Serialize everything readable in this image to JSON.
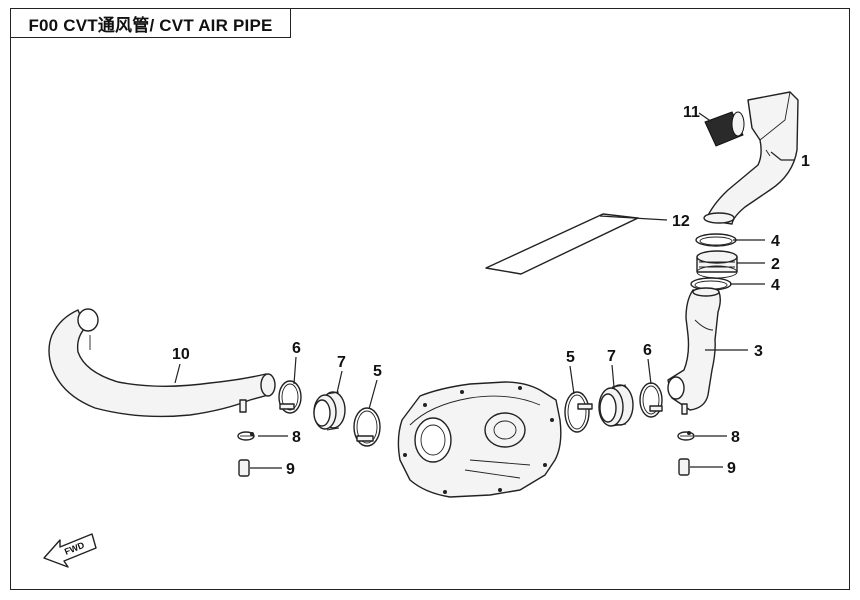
{
  "title": "F00 CVT通风管/ CVT AIR PIPE",
  "fwd_label": "FWD",
  "callouts": [
    {
      "id": "c1",
      "label": "1"
    },
    {
      "id": "c11",
      "label": "11"
    },
    {
      "id": "c12",
      "label": "12"
    },
    {
      "id": "c4a",
      "label": "4"
    },
    {
      "id": "c2",
      "label": "2"
    },
    {
      "id": "c4b",
      "label": "4"
    },
    {
      "id": "c3",
      "label": "3"
    },
    {
      "id": "c10",
      "label": "10"
    },
    {
      "id": "c6a",
      "label": "6"
    },
    {
      "id": "c7a",
      "label": "7"
    },
    {
      "id": "c5a",
      "label": "5"
    },
    {
      "id": "c8a",
      "label": "8"
    },
    {
      "id": "c9a",
      "label": "9"
    },
    {
      "id": "c5b",
      "label": "5"
    },
    {
      "id": "c7b",
      "label": "7"
    },
    {
      "id": "c6b",
      "label": "6"
    },
    {
      "id": "c8b",
      "label": "8"
    },
    {
      "id": "c9b",
      "label": "9"
    }
  ]
}
